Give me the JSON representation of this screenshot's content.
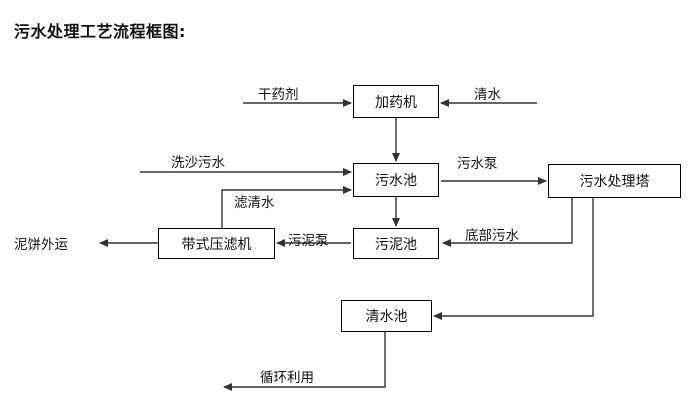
{
  "diagram": {
    "title": "污水处理工艺流程框图:",
    "background_color": "#ffffff",
    "line_color": "#333333",
    "text_color": "#111111",
    "nodes": [
      {
        "id": "dosing_machine",
        "label": "加药机"
      },
      {
        "id": "wastewater_pool",
        "label": "污水池"
      },
      {
        "id": "treatment_tower",
        "label": "污水处理塔"
      },
      {
        "id": "belt_filter_press",
        "label": "带式压滤机"
      },
      {
        "id": "sludge_pool",
        "label": "污泥池"
      },
      {
        "id": "clean_water_pool",
        "label": "清水池"
      }
    ],
    "edge_labels": [
      {
        "id": "dry_chemical",
        "label": "干药剂"
      },
      {
        "id": "clean_water_in",
        "label": "清水"
      },
      {
        "id": "sand_wash_wastewater",
        "label": "洗沙污水"
      },
      {
        "id": "filtered_clear_water",
        "label": "滤清水"
      },
      {
        "id": "wastewater_pump",
        "label": "污水泵"
      },
      {
        "id": "sludge_pump",
        "label": "污泥泵"
      },
      {
        "id": "bottom_wastewater",
        "label": "底部污水"
      },
      {
        "id": "mud_cake_out",
        "label": "泥饼外运"
      },
      {
        "id": "recycle_reuse",
        "label": "循环利用"
      }
    ]
  }
}
